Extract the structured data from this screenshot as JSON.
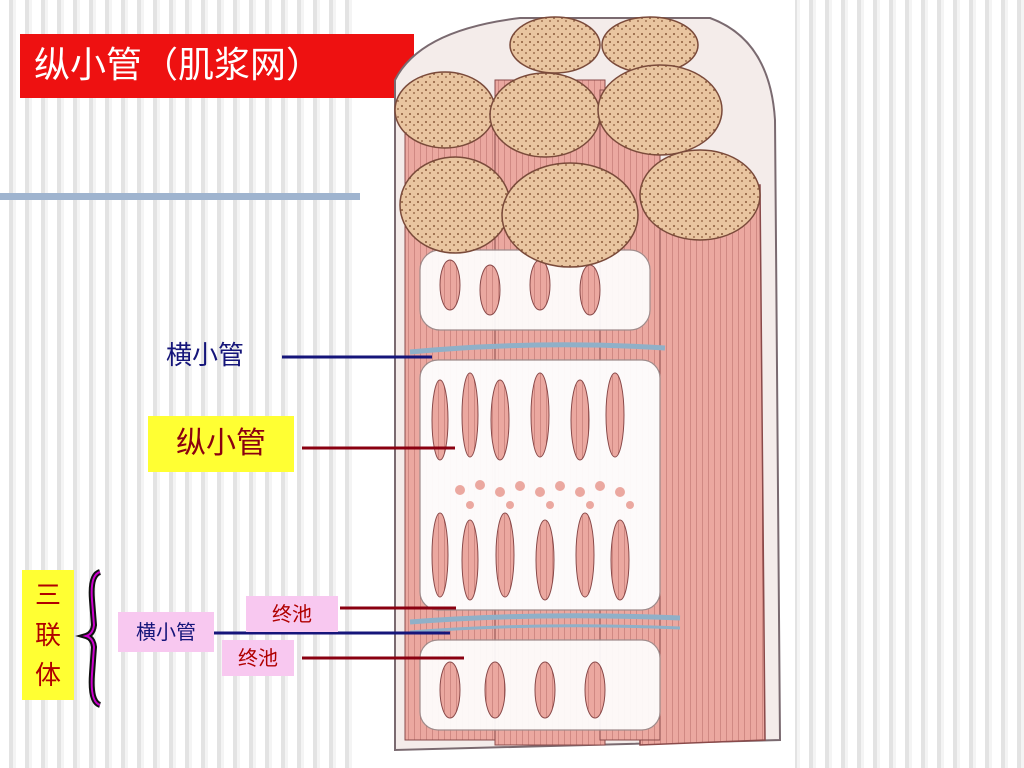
{
  "title": "纵小管（肌浆网）",
  "labels": {
    "t_tubule": "横小管",
    "l_tubule": "纵小管",
    "triad": "三联体",
    "triad_t_tubule": "横小管",
    "cistern_top": "终池",
    "cistern_bottom": "终池"
  },
  "colors": {
    "title_bg": "#ee1111",
    "highlight_yellow": "#ffff33",
    "highlight_pink": "#f8c8f0",
    "navy": "#15157a",
    "maroon": "#8a0010",
    "magenta": "#cc00cc"
  }
}
